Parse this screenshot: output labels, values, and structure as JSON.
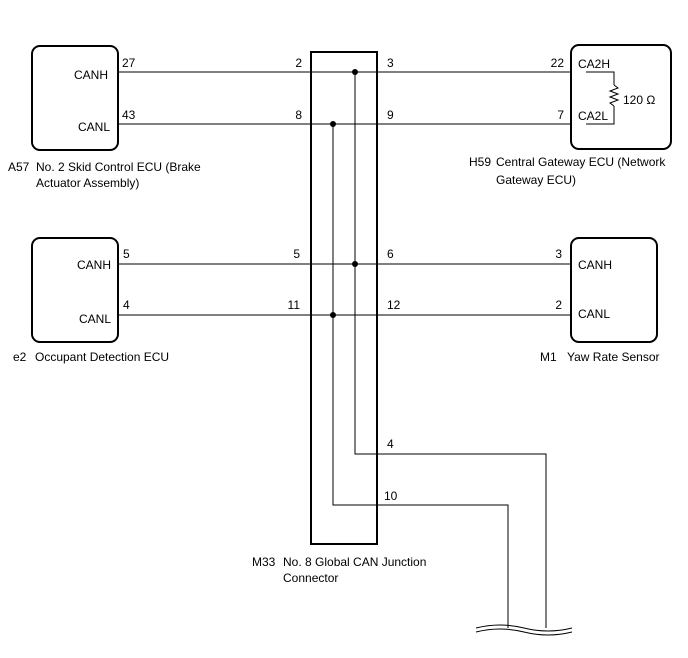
{
  "components": {
    "a57": {
      "id": "A57",
      "name_line1": "No. 2 Skid Control ECU (Brake",
      "name_line2": "Actuator Assembly)",
      "pin_canh": "CANH",
      "pin_canl": "CANL",
      "num_canh": "27",
      "num_canl": "43"
    },
    "e2": {
      "id": "e2",
      "name": "Occupant Detection ECU",
      "pin_canh": "CANH",
      "pin_canl": "CANL",
      "num_canh": "5",
      "num_canl": "4"
    },
    "h59": {
      "id": "H59",
      "name_line1": "Central Gateway ECU (Network",
      "name_line2": "Gateway ECU)",
      "pin_ca2h": "CA2H",
      "pin_ca2l": "CA2L",
      "num_ca2h": "22",
      "num_ca2l": "7",
      "resistor": "120 Ω"
    },
    "m1": {
      "id": "M1",
      "name": "Yaw Rate Sensor",
      "pin_canh": "CANH",
      "pin_canl": "CANL",
      "num_canh": "3",
      "num_canl": "2"
    },
    "m33": {
      "id": "M33",
      "name_line1": "No. 8 Global CAN Junction",
      "name_line2": "Connector",
      "pins": {
        "p2": "2",
        "p3": "3",
        "p8": "8",
        "p9": "9",
        "p5": "5",
        "p6": "6",
        "p11": "11",
        "p12": "12",
        "p4": "4",
        "p10": "10"
      }
    }
  }
}
